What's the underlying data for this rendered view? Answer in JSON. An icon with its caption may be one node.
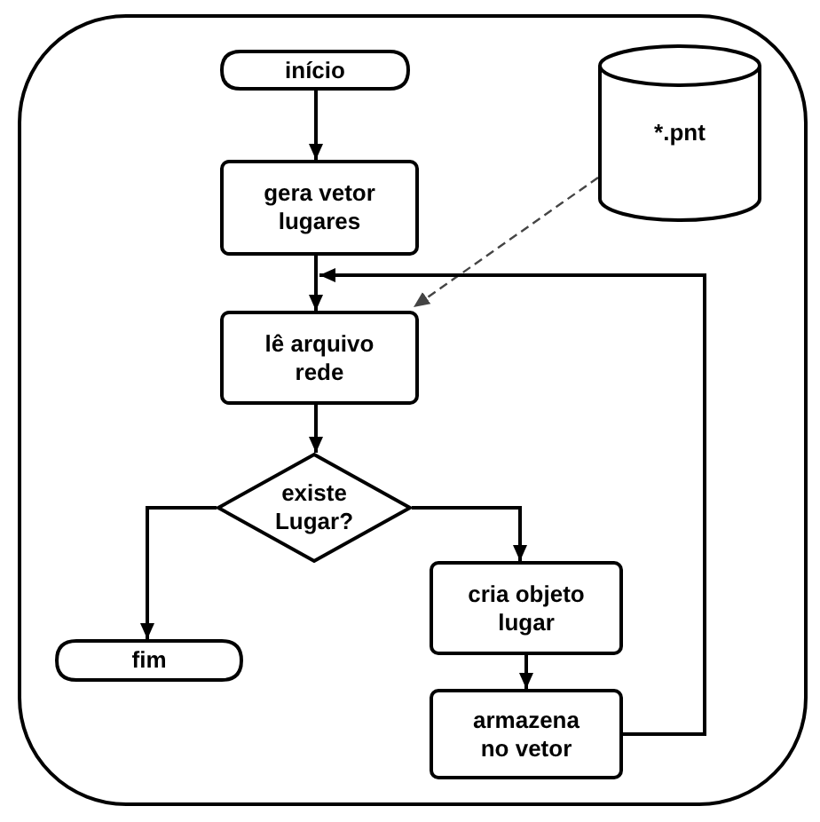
{
  "diagram": {
    "nodes": [
      {
        "text": [
          "início"
        ]
      },
      {
        "text": [
          "gera vetor lugares"
        ]
      },
      {
        "text": [
          "*.pnt"
        ]
      },
      {
        "text": [
          "lê arquivo rede"
        ]
      },
      {
        "text": [
          "existe Lugar?"
        ]
      },
      {
        "text": [
          "fim"
        ]
      },
      {
        "text": [
          "cria objeto lugar"
        ]
      },
      {
        "text": [
          "armazena no vetor"
        ]
      }
    ],
    "edges": [
      {
        "from": 0,
        "to": 1,
        "arrow": "to"
      },
      {
        "from": 1,
        "to": 3,
        "arrow": "to"
      },
      {
        "from": 2,
        "to": 3,
        "arrow": "to",
        "style": "dashed"
      },
      {
        "from": 3,
        "to": 4,
        "arrow": "to"
      },
      {
        "from": 4,
        "to": 5,
        "arrow": "to"
      },
      {
        "from": 4,
        "to": 6,
        "arrow": "to"
      },
      {
        "from": 6,
        "to": 7,
        "arrow": "to"
      },
      {
        "from": 7,
        "to": 3,
        "arrow": "to"
      }
    ]
  }
}
